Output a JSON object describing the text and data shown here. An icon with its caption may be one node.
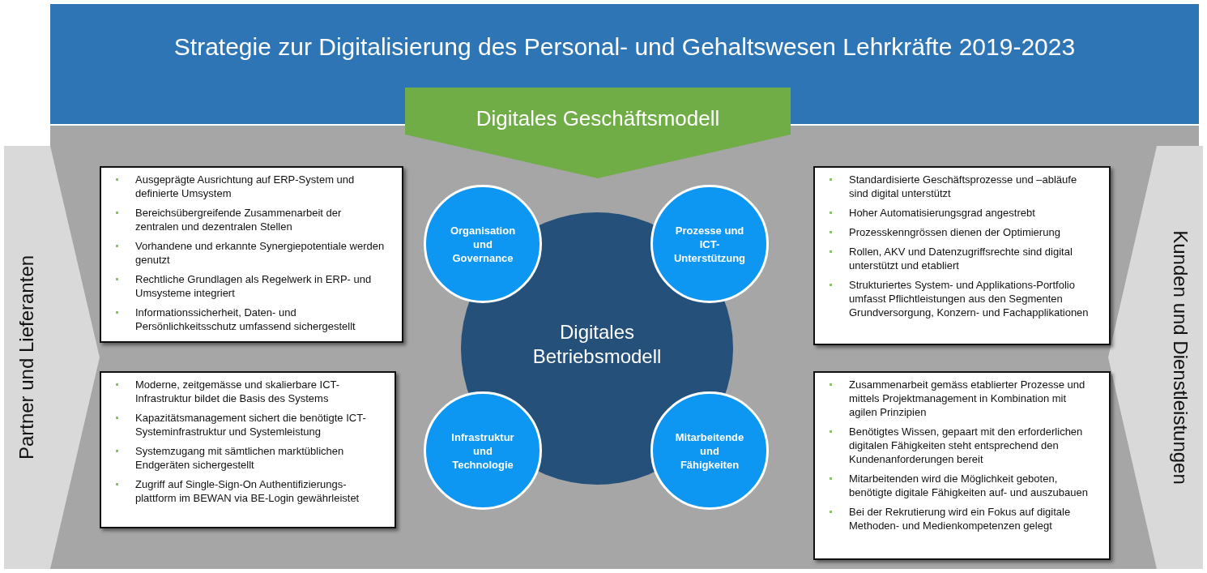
{
  "diagram": {
    "title": "Strategie zur Digitalisierung des Personal- und Gehaltswesen Lehrkräfte 2019-2023",
    "nodes": [
      {
        "text": [
          "Digitales Geschäftsmodell"
        ]
      },
      {
        "text": [
          "Partner und Lieferanten"
        ]
      },
      {
        "text": [
          "Kunden und Dienstleistungen"
        ]
      },
      {
        "text": [
          "Digitales Betriebsmodell"
        ]
      },
      {
        "text": [
          "Organisation und Governance"
        ]
      },
      {
        "text": [
          "Prozesse und ICT-Unterstützung"
        ]
      },
      {
        "text": [
          "Infrastruktur und Technologie"
        ]
      },
      {
        "text": [
          "Mitarbeitende und Fähigkeiten"
        ]
      },
      {
        "text": [
          "Ausgeprägte Ausrichtung auf ERP-System und definierte Umsystem",
          "Bereichsübergreifende Zusammenarbeit der zentralen und dezentralen Stellen",
          "Vorhandene und erkannte Synergiepotentiale werden genutzt",
          "Rechtliche Grundlagen als Regelwerk in ERP- und Umsysteme integriert",
          "Informationssicherheit, Daten- und Persönlichkeitsschutz umfassend sichergestellt"
        ]
      },
      {
        "text": [
          "Standardisierte Geschäftsprozesse und –abläufe sind digital unterstützt",
          "Hoher Automatisierungsgrad angestrebt",
          "Prozesskenngrössen dienen der Optimierung",
          "Rollen, AKV und Datenzugriffsrechte sind digital unterstützt und etabliert",
          "Strukturiertes System- und Applikations-Portfolio umfasst Pflichtleistungen aus den Segmenten Grundversorgung, Konzern- und Fachapplikationen"
        ]
      },
      {
        "text": [
          "Moderne, zeitgemässe und skalierbare ICT-Infrastruktur bildet die Basis des Systems",
          "Kapazitätsmanagement sichert die benötigte ICT-Systeminfrastruktur und Systemleistung",
          "Systemzugang mit sämtlichen marktüblichen Endgeräten sichergestellt",
          "Zugriff auf Single-Sign-On Authentifizierungs-plattform im BEWAN via BE-Login gewährleistet"
        ]
      },
      {
        "text": [
          "Zusammenarbeit gemäss etablierter Prozesse und mittels Projektmanagement in Kombination mit agilen Prinzipien",
          "Benötigtes Wissen, gepaart mit den erforderlichen digitalen Fähigkeiten steht entsprechend den Kundenanforderungen bereit",
          "Mitarbeitenden wird die Möglichkeit geboten, benötigte digitale Fähigkeiten auf- und auszubauen",
          "Bei der Rekrutierung wird ein Fokus auf digitale Methoden- und Medienkompetenzen gelegt"
        ]
      }
    ]
  }
}
